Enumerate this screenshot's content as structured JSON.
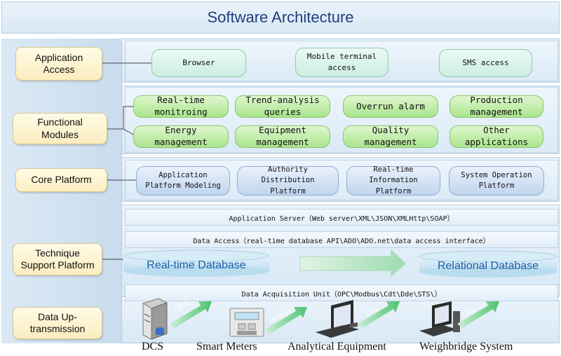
{
  "title": "Software Architecture",
  "layers": {
    "application_access": "Application Access",
    "functional_modules": "Functional Modules",
    "core_platform": "Core Platform",
    "technique_support": "Technique Support Platform",
    "data_uptransmission": "Data Up-transmission"
  },
  "access": [
    "Browser",
    "Mobile terminal access",
    "SMS access"
  ],
  "functional": [
    "Real-time monitroing",
    "Trend-analysis queries",
    "Overrun alarm",
    "Production management",
    "Energy management",
    "Equipment management",
    "Quality management",
    "Other applications"
  ],
  "core": [
    "Application Platform Modeling",
    "Authority Distribution Platform",
    "Real-time Information Platform",
    "System Operation Platform"
  ],
  "support": {
    "app_server": "Application Server（Web server\\XML\\JSON\\XMLHttp\\SOAP）",
    "data_access": "Data Access（real-time database API\\ADO\\ADO.net\\data access interface）",
    "realtime_db": "Real-time Database",
    "relational_db": "Relational Database",
    "acquisition": "Data Acquisition Unit（OPC\\Modbus\\Cdt\\Dde\\STS\\）"
  },
  "protocols": [
    "OPC",
    "Modbus",
    "STS",
    "Dde"
  ],
  "sources": [
    "DCS",
    "Smart Meters",
    "Analytical Equipment",
    "Weighbridge System"
  ],
  "colors": {
    "band": "#dbeaf6",
    "label_fill": "#fbedbf",
    "function_green": "#a9e48c",
    "core_blue": "#c0d5ee",
    "db_text": "#1d5fa8",
    "arrow_green": "#5cc97a"
  }
}
